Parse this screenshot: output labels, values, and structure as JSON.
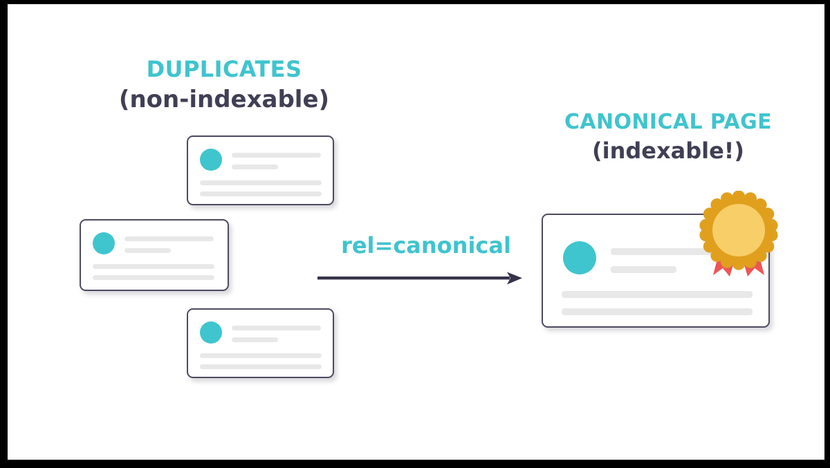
{
  "diagram": {
    "title": "rel=canonical duplicate pages diagram",
    "background_color": "#ffffff",
    "frame_color": "#000000",
    "colors": {
      "accent_teal": "#3fc4ce",
      "dark_navy": "#413f55",
      "card_border": "#4c4a61",
      "placeholder_line": "#e8e8e8",
      "badge_outer": "#e0a01e",
      "badge_inner": "#f8ce68",
      "ribbon_red": "#ee5555"
    }
  },
  "left_group": {
    "heading": "DUPLICATES",
    "subheading": "(non-indexable)",
    "cards": [
      {
        "name": "duplicate-page-1"
      },
      {
        "name": "duplicate-page-2"
      },
      {
        "name": "duplicate-page-3"
      }
    ]
  },
  "connector": {
    "label": "rel=canonical",
    "arrow_direction": "right"
  },
  "right_group": {
    "heading": "CANONICAL PAGE",
    "subheading": "(indexable!)",
    "card": {
      "name": "canonical-page"
    },
    "badge": {
      "name": "award-ribbon-icon"
    }
  }
}
